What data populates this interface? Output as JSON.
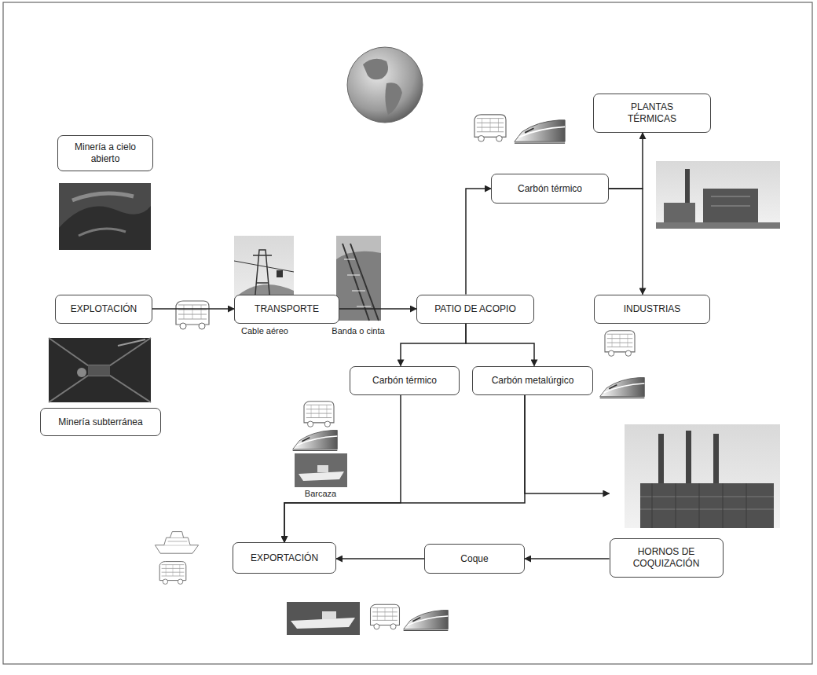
{
  "diagram": {
    "nodes": [
      {
        "text": [
          "Minería a cielo abierto"
        ]
      },
      {
        "text": [
          "EXPLOTACIÓN"
        ]
      },
      {
        "text": [
          "Minería subterránea"
        ]
      },
      {
        "text": [
          "TRANSPORTE"
        ]
      },
      {
        "text": [
          "PATIO DE ACOPIO"
        ]
      },
      {
        "text": [
          "Carbón térmico"
        ]
      },
      {
        "text": [
          "PLANTAS TÉRMICAS"
        ]
      },
      {
        "text": [
          "INDUSTRIAS"
        ]
      },
      {
        "text": [
          "Carbón térmico"
        ]
      },
      {
        "text": [
          "Carbón metalúrgico"
        ]
      },
      {
        "text": [
          "HORNOS DE COQUIZACIÓN"
        ]
      },
      {
        "text": [
          "Coque"
        ]
      },
      {
        "text": [
          "EXPORTACIÓN"
        ]
      }
    ],
    "edges": [
      {
        "from": 1,
        "to": 3,
        "arrow": "to"
      },
      {
        "from": 3,
        "to": 4,
        "arrow": "to"
      },
      {
        "from": 4,
        "to": 5,
        "arrow": "to"
      },
      {
        "from": 5,
        "to": 6,
        "arrow": "to"
      },
      {
        "from": 5,
        "to": 7,
        "arrow": "to"
      },
      {
        "from": 4,
        "to": 8,
        "arrow": "to"
      },
      {
        "from": 4,
        "to": 9,
        "arrow": "to"
      },
      {
        "from": 8,
        "to": 12,
        "arrow": "to"
      },
      {
        "from": 9,
        "to": 12,
        "arrow": "to"
      },
      {
        "from": 9,
        "to": 10,
        "arrow": "to"
      },
      {
        "from": 10,
        "to": 11,
        "arrow": "to"
      },
      {
        "from": 11,
        "to": 12,
        "arrow": "to"
      }
    ],
    "labels": [
      "Cable aéreo",
      "Banda o cinta",
      "Barcaza"
    ]
  }
}
